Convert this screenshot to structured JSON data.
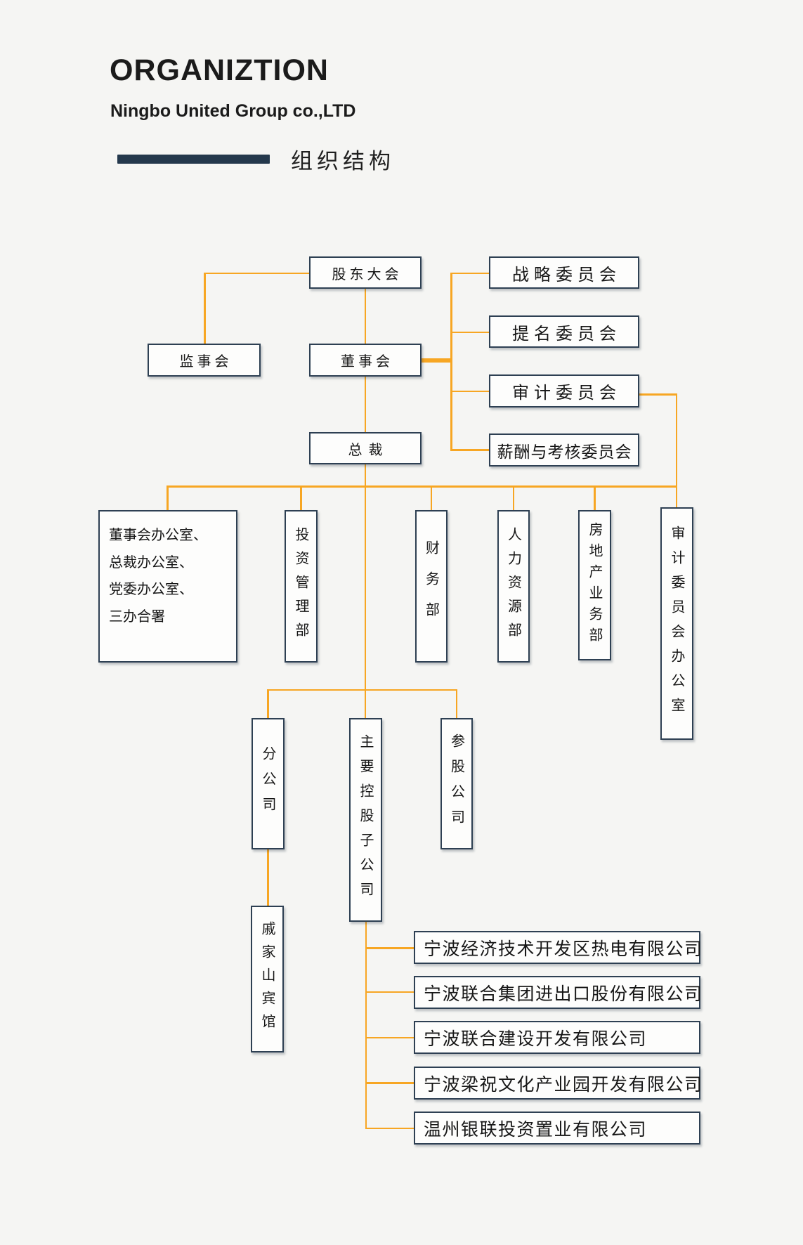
{
  "header": {
    "title": "ORGANIZTION",
    "subtitle": "Ningbo United Group co.,LTD",
    "section_label": "组织结构"
  },
  "colors": {
    "background": "#f5f5f3",
    "box_fill": "#fdfdfc",
    "box_border": "#2e4053",
    "connector": "#f7a623",
    "divider_bar": "#24384c",
    "text": "#161616"
  },
  "chart_data": {
    "type": "org-chart",
    "nodes": {
      "shareholders": "股东大会",
      "supervisory": "监事会",
      "board": "董事会",
      "president": "总裁",
      "strategy_committee": "战略委员会",
      "nomination_committee": "提名委员会",
      "audit_committee": "审计委员会",
      "compensation_committee": "薪酬与考核委员会",
      "offices_lines": [
        "董事会办公室、",
        "总裁办公室、",
        "党委办公室、",
        "三办合署"
      ],
      "investment_dept": "投资管理部",
      "finance_dept": "财务部",
      "hr_dept": "人力资源部",
      "real_estate_dept": "房地产业务部",
      "audit_committee_office": "审计委员会办公室",
      "branch_companies": "分公司",
      "holding_subsidiaries": "主要控股子公司",
      "equity_companies": "参股公司",
      "hotel": "戚家山宾馆",
      "subsidiaries": [
        "宁波经济技术开发区热电有限公司",
        "宁波联合集团进出口股份有限公司",
        "宁波联合建设开发有限公司",
        "宁波梁祝文化产业园开发有限公司",
        "温州银联投资置业有限公司"
      ]
    },
    "edges": [
      [
        "股东大会",
        "监事会"
      ],
      [
        "股东大会",
        "董事会"
      ],
      [
        "董事会",
        "战略委员会"
      ],
      [
        "董事会",
        "提名委员会"
      ],
      [
        "董事会",
        "审计委员会"
      ],
      [
        "董事会",
        "薪酬与考核委员会"
      ],
      [
        "审计委员会",
        "审计委员会办公室"
      ],
      [
        "董事会",
        "总裁"
      ],
      [
        "总裁",
        "董事会办公室/总裁办公室/党委办公室/三办合署"
      ],
      [
        "总裁",
        "投资管理部"
      ],
      [
        "总裁",
        "财务部"
      ],
      [
        "总裁",
        "人力资源部"
      ],
      [
        "总裁",
        "房地产业务部"
      ],
      [
        "总裁",
        "审计委员会办公室"
      ],
      [
        "总裁",
        "分公司"
      ],
      [
        "总裁",
        "主要控股子公司"
      ],
      [
        "总裁",
        "参股公司"
      ],
      [
        "分公司",
        "戚家山宾馆"
      ],
      [
        "主要控股子公司",
        "宁波经济技术开发区热电有限公司"
      ],
      [
        "主要控股子公司",
        "宁波联合集团进出口股份有限公司"
      ],
      [
        "主要控股子公司",
        "宁波联合建设开发有限公司"
      ],
      [
        "主要控股子公司",
        "宁波梁祝文化产业园开发有限公司"
      ],
      [
        "主要控股子公司",
        "温州银联投资置业有限公司"
      ]
    ]
  }
}
